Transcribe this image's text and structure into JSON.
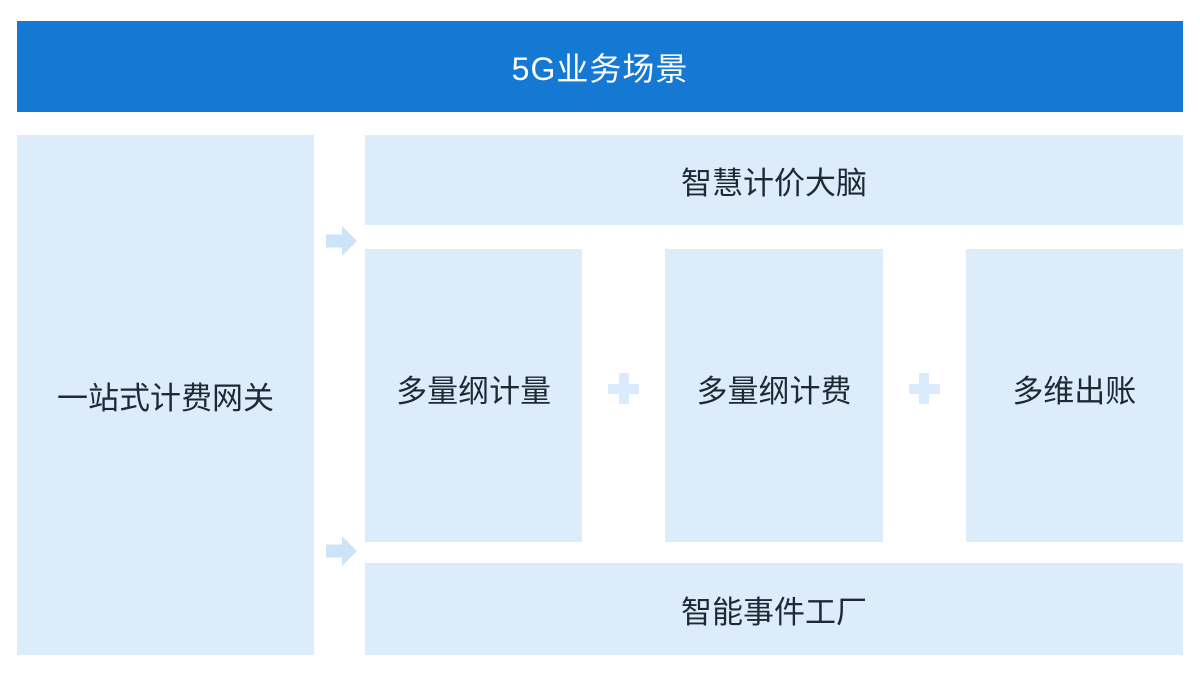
{
  "banner": {
    "title": "5G业务场景"
  },
  "left_panel": {
    "label": "一站式计费网关"
  },
  "right_panel": {
    "top_bar": {
      "label": "智慧计价大脑"
    },
    "middle_row": {
      "boxes": [
        {
          "label": "多量纲计量"
        },
        {
          "label": "多量纲计费"
        },
        {
          "label": "多维出账"
        }
      ],
      "plus_glyph": "+"
    },
    "bottom_bar": {
      "label": "智能事件工厂"
    }
  },
  "icons": {
    "arrow_right": "→",
    "plus": "+"
  },
  "colors": {
    "banner_blue": "#1578d2",
    "banner_text": "#ffffff",
    "box_light_blue": "#dcecfb",
    "box_text": "#1c2a33",
    "arrow_blue": "#cde3f7",
    "plus_blue": "#d9ebfc"
  }
}
